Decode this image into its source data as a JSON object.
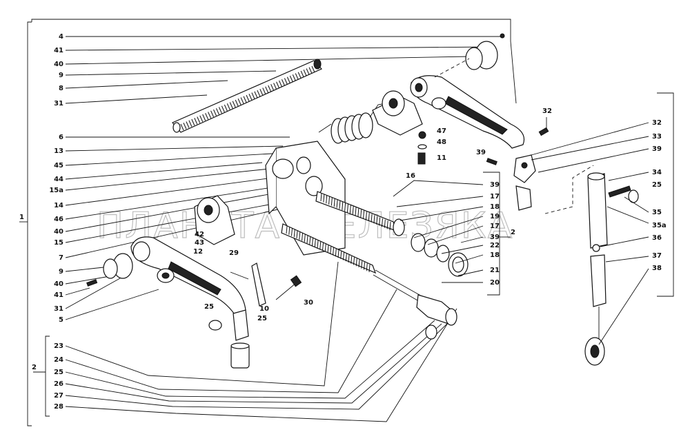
{
  "watermark": "ПЛАНЕТА ЖЕЛЕЗЯКА",
  "group_labels": [
    "1",
    "2",
    "2"
  ],
  "left_labels": [
    "4",
    "41",
    "40",
    "9",
    "8",
    "31",
    "6",
    "13",
    "45",
    "44",
    "15а",
    "14",
    "46",
    "40",
    "15",
    "7",
    "9",
    "40",
    "41",
    "31",
    "5"
  ],
  "center_labels": [
    "42",
    "43",
    "12",
    "29",
    "10",
    "25",
    "25",
    "30",
    "16",
    "47",
    "48",
    "11"
  ],
  "mid_labels": [
    "39",
    "17",
    "18",
    "19",
    "17",
    "39",
    "22",
    "18",
    "21",
    "20"
  ],
  "right_labels": [
    "32",
    "32",
    "33",
    "39",
    "39",
    "34",
    "25",
    "35",
    "35а",
    "36",
    "37",
    "38"
  ],
  "bottom_labels": [
    "23",
    "24",
    "25",
    "26",
    "27",
    "28"
  ]
}
